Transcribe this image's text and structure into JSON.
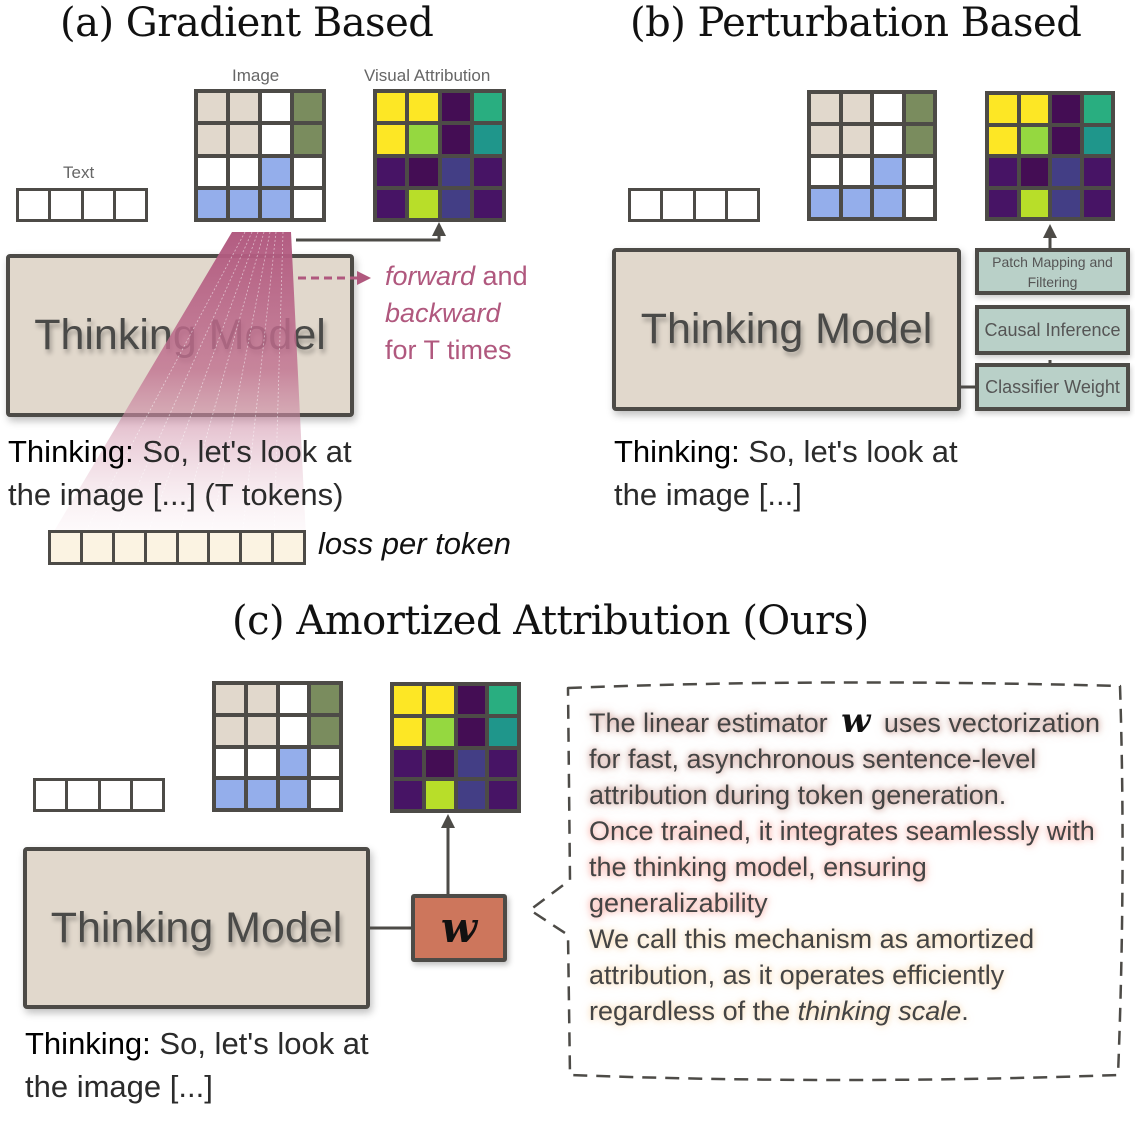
{
  "panels": {
    "a": {
      "title": "(a) Gradient Based",
      "text_label": "Text",
      "image_label": "Image",
      "attribution_label": "Visual Attribution",
      "model_label": "Thinking Model",
      "thinking_prefix": "Thinking:",
      "thinking_line1": " So, let's look at",
      "thinking_line2": "the image [...] (T tokens)",
      "loss_label": "loss per token",
      "loss_cells": 8,
      "annotation": {
        "italic1": "forward",
        "rest1": " and",
        "italic2": "backward",
        "line3": "for T times"
      }
    },
    "b": {
      "title": "(b) Perturbation Based",
      "model_label": "Thinking Model",
      "thinking_prefix": "Thinking:",
      "thinking_line1": " So, let's look at",
      "thinking_line2": "the image [...]",
      "steps": [
        "Patch Mapping and Filtering",
        "Causal Inference",
        "Classifier Weight"
      ]
    },
    "c": {
      "title": "(c) Amortized Attribution (Ours)",
      "model_label": "Thinking Model",
      "estimator_symbol": "w",
      "thinking_prefix": "Thinking:",
      "thinking_line1": " So, let's look at",
      "thinking_line2": "the image [...]",
      "callout": {
        "p1_before": "The linear estimator ",
        "p1_symbol": "w",
        "p1_after": " uses vectorization for fast, asynchronous sentence-level attribution during token generation.",
        "p2": "Once trained, it integrates seamlessly with the thinking model, ensuring generalizability",
        "p3_before": "We call this mechanism as amortized attribution, as it operates efficiently regardless of the ",
        "p3_italic": "thinking scale",
        "p3_after": "."
      }
    }
  },
  "image_grid_colors": [
    "#e1d8cc",
    "#e1d8cc",
    "#ffffff",
    "#7a8c5e",
    "#e1d8cc",
    "#e1d8cc",
    "#ffffff",
    "#7a8c5e",
    "#ffffff",
    "#ffffff",
    "#94aeeb",
    "#ffffff",
    "#94aeeb",
    "#94aeeb",
    "#94aeeb",
    "#ffffff"
  ],
  "attribution_grid_colors": [
    "#fde725",
    "#fde725",
    "#440d54",
    "#29ae80",
    "#fde725",
    "#95d840",
    "#440d54",
    "#1f968b",
    "#471465",
    "#440d54",
    "#433e85",
    "#471465",
    "#471465",
    "#b8de29",
    "#433e85",
    "#471465"
  ],
  "colors": {
    "gradient": "#b0587e",
    "estimator": "#cd765c",
    "step": "#b9d0c8",
    "model": "#e1d8cc"
  }
}
